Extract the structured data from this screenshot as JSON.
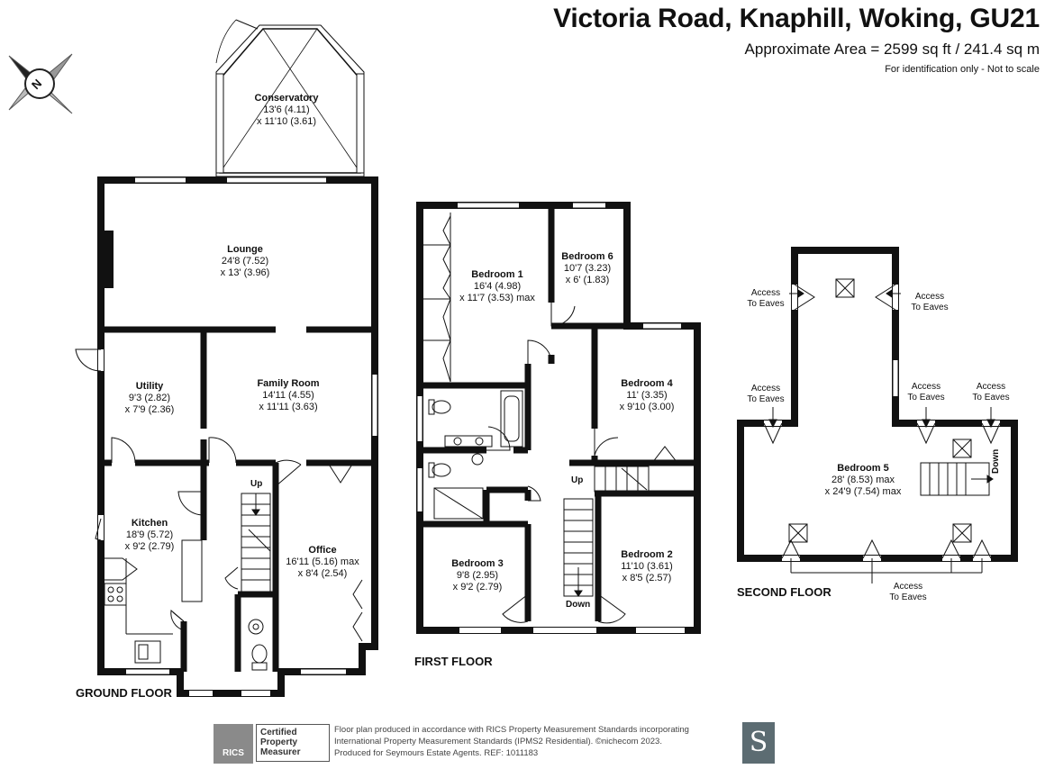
{
  "header": {
    "title": "Victoria Road, Knaphill, Woking, GU21",
    "area": "Approximate Area = 2599 sq ft / 241.4 sq m",
    "note": "For identification only - Not to scale"
  },
  "compass": {
    "label": "N"
  },
  "floors": {
    "ground": "GROUND FLOOR",
    "first": "FIRST FLOOR",
    "second": "SECOND FLOOR"
  },
  "rooms": {
    "conservatory": {
      "name": "Conservatory",
      "l1": "13'6 (4.11)",
      "l2": "x 11'10 (3.61)"
    },
    "lounge": {
      "name": "Lounge",
      "l1": "24'8 (7.52)",
      "l2": "x 13' (3.96)"
    },
    "utility": {
      "name": "Utility",
      "l1": "9'3 (2.82)",
      "l2": "x 7'9 (2.36)"
    },
    "family": {
      "name": "Family Room",
      "l1": "14'11 (4.55)",
      "l2": "x 11'11 (3.63)"
    },
    "kitchen": {
      "name": "Kitchen",
      "l1": "18'9 (5.72)",
      "l2": "x 9'2 (2.79)"
    },
    "office": {
      "name": "Office",
      "l1": "16'11 (5.16) max",
      "l2": "x 8'4 (2.54)"
    },
    "bedroom1": {
      "name": "Bedroom 1",
      "l1": "16'4 (4.98)",
      "l2": "x 11'7 (3.53) max"
    },
    "bedroom6": {
      "name": "Bedroom 6",
      "l1": "10'7 (3.23)",
      "l2": "x 6' (1.83)"
    },
    "bedroom4": {
      "name": "Bedroom 4",
      "l1": "11' (3.35)",
      "l2": "x 9'10 (3.00)"
    },
    "bedroom3": {
      "name": "Bedroom 3",
      "l1": "9'8 (2.95)",
      "l2": "x 9'2 (2.79)"
    },
    "bedroom2": {
      "name": "Bedroom 2",
      "l1": "11'10 (3.61)",
      "l2": "x 8'5 (2.57)"
    },
    "bedroom5": {
      "name": "Bedroom 5",
      "l1": "28' (8.53) max",
      "l2": "x 24'9 (7.54) max"
    }
  },
  "labels": {
    "up": "Up",
    "down": "Down",
    "access1": "Access",
    "eaves1": "To Eaves"
  },
  "footer": {
    "rics_logo": "RICS",
    "rics_line1": "Certified",
    "rics_line2": "Property",
    "rics_line3": "Measurer",
    "line1": "Floor plan produced in accordance with RICS Property Measurement Standards incorporating",
    "line2": "International Property Measurement Standards (IPMS2 Residential).  ©nichecom 2023.",
    "line3": "Produced for Seymours Estate Agents.   REF:  1011183",
    "logo": "S"
  }
}
